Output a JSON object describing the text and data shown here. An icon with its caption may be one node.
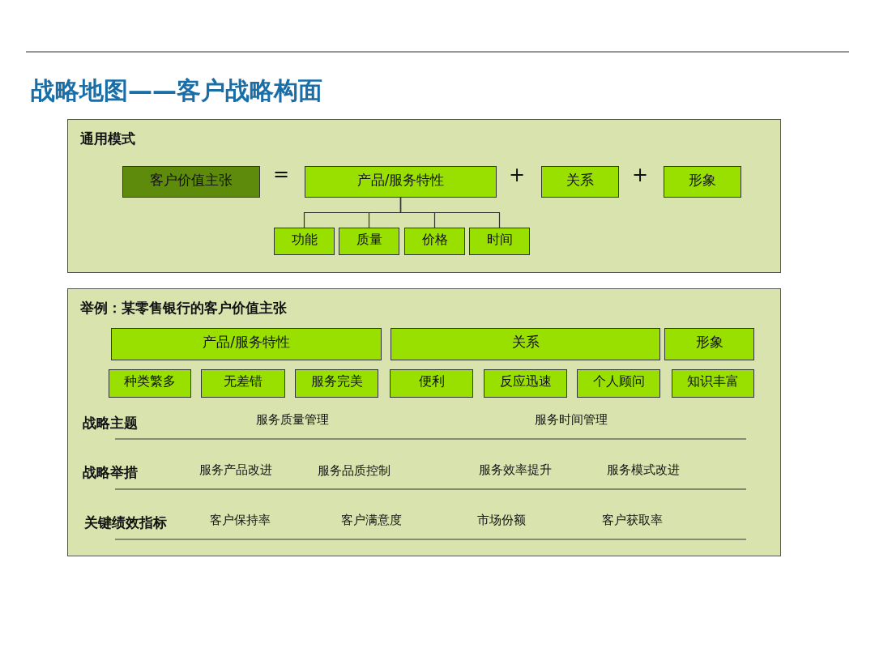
{
  "diagram": {
    "title": "战略地图——客户战略构面",
    "nodes": [
      {
        "text": [
          "通用模式"
        ]
      },
      {
        "text": [
          "客户价值主张"
        ],
        "in": 0
      },
      {
        "text": [
          "产品/服务特性"
        ],
        "in": 0
      },
      {
        "text": [
          "关系"
        ],
        "in": 0
      },
      {
        "text": [
          "形象"
        ],
        "in": 0
      },
      {
        "text": [
          "功能"
        ],
        "in": 0
      },
      {
        "text": [
          "质量"
        ],
        "in": 0
      },
      {
        "text": [
          "价格"
        ],
        "in": 0
      },
      {
        "text": [
          "时间"
        ],
        "in": 0
      },
      {
        "text": [
          "举例：某零售银行的客户价值主张"
        ]
      },
      {
        "text": [
          "产品/服务特性"
        ],
        "in": 9
      },
      {
        "text": [
          "关系"
        ],
        "in": 9
      },
      {
        "text": [
          "形象"
        ],
        "in": 9
      },
      {
        "text": [
          "种类繁多"
        ],
        "in": 9
      },
      {
        "text": [
          "无差错"
        ],
        "in": 9
      },
      {
        "text": [
          "服务完美"
        ],
        "in": 9
      },
      {
        "text": [
          "便利"
        ],
        "in": 9
      },
      {
        "text": [
          "反应迅速"
        ],
        "in": 9
      },
      {
        "text": [
          "个人顾问"
        ],
        "in": 9
      },
      {
        "text": [
          "知识丰富"
        ],
        "in": 9
      }
    ],
    "edges": [
      {
        "from": 2,
        "to": 5,
        "arrow": "none"
      },
      {
        "from": 2,
        "to": 6,
        "arrow": "none"
      },
      {
        "from": 2,
        "to": 7,
        "arrow": "none"
      },
      {
        "from": 2,
        "to": 8,
        "arrow": "none"
      }
    ],
    "labels": [
      "=",
      "+",
      "+",
      "战略主题",
      "服务质量管理",
      "服务时间管理",
      "战略举措",
      "服务产品改进",
      "服务品质控制",
      "服务效率提升",
      "服务模式改进",
      "关键绩效指标",
      "客户保持率",
      "客户满意度",
      "市场份额",
      "客户获取率"
    ]
  }
}
